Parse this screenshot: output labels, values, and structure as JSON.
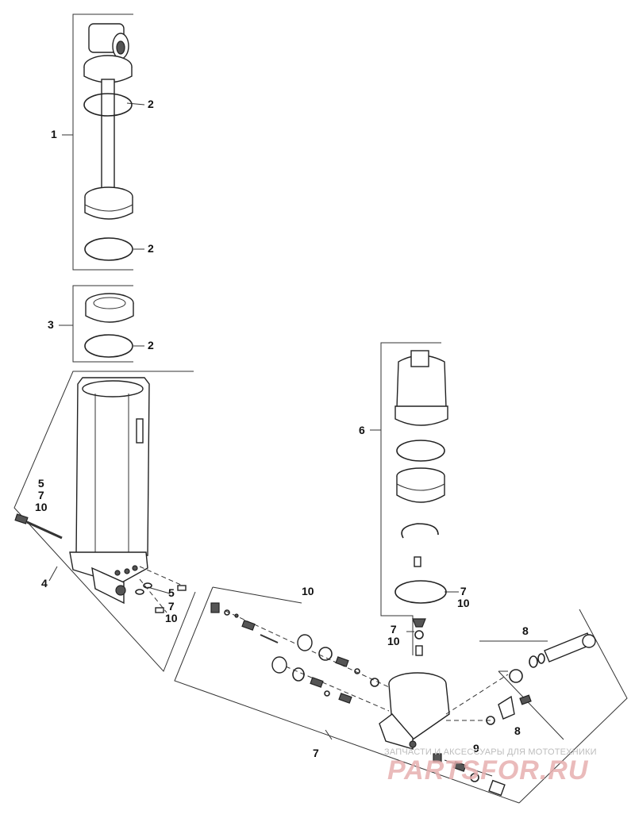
{
  "callouts": {
    "c1": "1",
    "c2a": "2",
    "c2b": "2",
    "c2c": "2",
    "c3": "3",
    "c4": "4",
    "c5_7_10": "5\n7\n10",
    "c5b": "5",
    "c7_10b": "7\n10",
    "c6": "6",
    "c7_10c": "7\n10",
    "c7_10d": "7\n10",
    "c10": "10",
    "c7": "7",
    "c8a": "8",
    "c8b": "8",
    "c9": "9"
  },
  "watermark": {
    "tagline": "ЗАПЧАСТИ И АКСЕССУАРЫ ДЛЯ МОТОТЕХНИКИ",
    "logo": "PARTSFOR.RU"
  }
}
